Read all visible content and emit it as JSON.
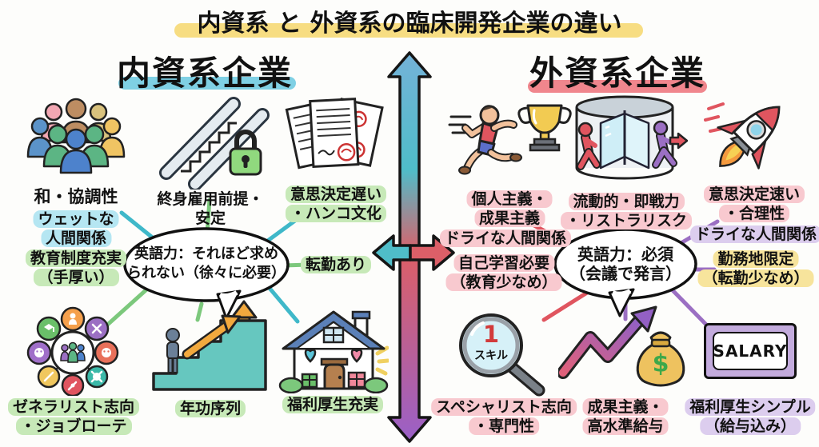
{
  "title": "内資系 と 外資系の臨床開発企業の違い",
  "left": {
    "header": "内資系企業",
    "bubble": [
      "英語力：それほど求め",
      "られない（徐々に必要）"
    ],
    "harmony": [
      "和・協調性"
    ],
    "wet_relations": [
      "ウェットな",
      "人間関係"
    ],
    "education": [
      "教育制度充実",
      "（手厚い）"
    ],
    "lifetime": [
      "終身雇用前提・",
      "安定"
    ],
    "slow_decision": [
      "意思決定遅い",
      "・ハンコ文化"
    ],
    "transfer": [
      "転勤あり"
    ],
    "generalist": [
      "ゼネラリスト志向",
      "・ジョブローテ"
    ],
    "seniority": [
      "年功序列"
    ],
    "welfare": [
      "福利厚生充実"
    ]
  },
  "right": {
    "header": "外資系企業",
    "bubble": [
      "英語力：必須",
      "（会議で発言）"
    ],
    "individualism": [
      "個人主義・",
      "成果主義"
    ],
    "dry_relations_1": [
      "ドライな人間関係"
    ],
    "self_study": [
      "自己学習必要",
      "（教育少なめ）"
    ],
    "fluid": [
      "流動的・即戦力",
      "・リストラリスク"
    ],
    "fast_decision": [
      "意思決定速い",
      "・合理性"
    ],
    "dry_relations_2": [
      "ドライな人間関係"
    ],
    "location_limited": [
      "勤務地限定",
      "（転勤少なめ）"
    ],
    "specialist": [
      "スペシャリスト志向",
      "・専門性"
    ],
    "performance_pay": [
      "成果主義・",
      "高水準給与"
    ],
    "simple_welfare": [
      "福利厚生シンプル",
      "（給与込み）"
    ]
  },
  "icons": {
    "magnifier_number": "1",
    "magnifier_label": "スキル",
    "salary_sign": "SALARY",
    "money_symbol": "$"
  },
  "colors": {
    "title_highlight": "#f7dd82",
    "left_header_highlight": "#7fd0e4",
    "right_header_highlight": "#f0868d",
    "green_highlight": "#c7e9b8",
    "cyan_highlight": "#b5e6f2",
    "pink_highlight": "#f8c9cf",
    "purple_highlight": "#dccdee",
    "yellow_highlight": "#f7e49c",
    "left_line_teal": "#3fb8c9",
    "left_line_green": "#7cc87c",
    "right_line_red": "#e0555f",
    "right_line_purple": "#9b6fc3",
    "center_arrow_top": "#74b2d8",
    "center_arrow_mid": "#dc5f68",
    "center_arrow_bottom": "#9a60c8"
  }
}
